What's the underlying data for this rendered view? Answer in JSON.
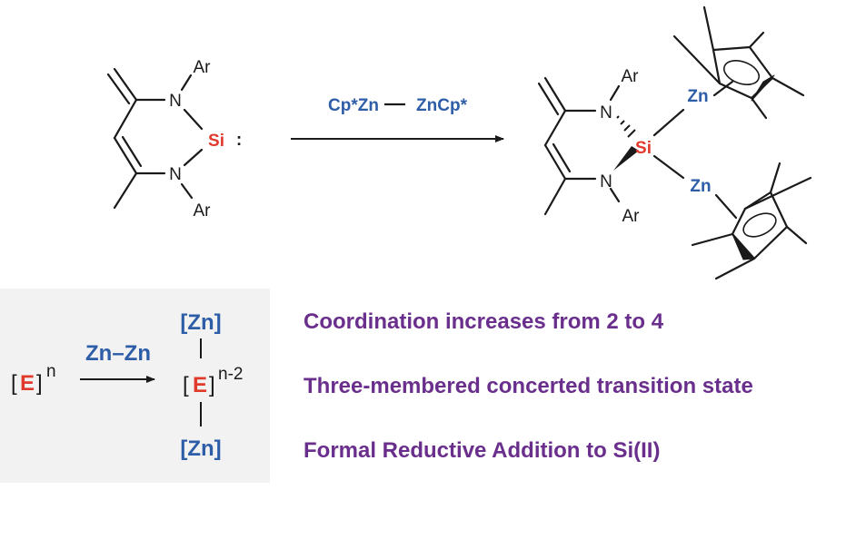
{
  "colors": {
    "ink": "#1a1a1a",
    "element_red": "#e03a2c",
    "zinc_blue": "#2e5da8",
    "purple": "#6a2f8c",
    "panel_gray": "#f2f2f2"
  },
  "reactant": {
    "n_top": "N",
    "n_bottom": "N",
    "ar_top": "Ar",
    "ar_bottom": "Ar",
    "si": "Si",
    "lone_pair": ":"
  },
  "arrow_reagent": {
    "left": "Cp*Zn",
    "right": "ZnCp*"
  },
  "product": {
    "n_top": "N",
    "n_bottom": "N",
    "ar_top": "Ar",
    "ar_bottom": "Ar",
    "si": "Si",
    "zn_top": "Zn",
    "zn_bottom": "Zn"
  },
  "scheme": {
    "start_open": "[",
    "start_element": "E",
    "start_close": "]",
    "start_charge": "n",
    "reagent": "Zn–Zn",
    "zn_top": "[Zn]",
    "zn_bottom": "[Zn]",
    "product_open": "[",
    "product_element": "E",
    "product_close": "]",
    "product_charge": "n-2"
  },
  "notes": [
    "Coordination increases from 2 to 4",
    "Three-membered concerted transition state",
    "Formal Reductive Addition to Si(II)"
  ]
}
